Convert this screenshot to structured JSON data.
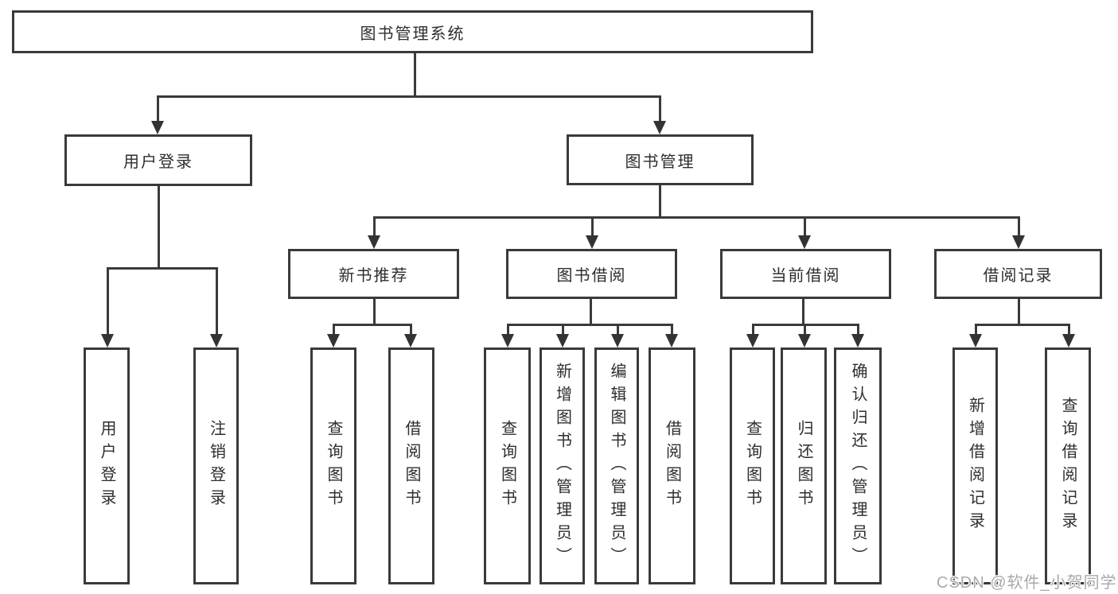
{
  "diagram": {
    "line_color": "#3a3a3a",
    "box_border_color": "#3a3a3a",
    "text_color": "#2e2e2e",
    "root": {
      "label": "图书管理系统"
    },
    "branches": [
      {
        "label": "用户登录",
        "children": [
          {
            "label": "用户登录"
          },
          {
            "label": "注销登录"
          }
        ]
      },
      {
        "label": "图书管理",
        "children": [
          {
            "label": "新书推荐",
            "children": [
              {
                "label": "查询图书"
              },
              {
                "label": "借阅图书"
              }
            ]
          },
          {
            "label": "图书借阅",
            "children": [
              {
                "label": "查询图书"
              },
              {
                "label": "新增图书（管理员）"
              },
              {
                "label": "编辑图书（管理员）"
              },
              {
                "label": "借阅图书"
              }
            ]
          },
          {
            "label": "当前借阅",
            "children": [
              {
                "label": "查询图书"
              },
              {
                "label": "归还图书"
              },
              {
                "label": "确认归还（管理员）"
              }
            ]
          },
          {
            "label": "借阅记录",
            "children": [
              {
                "label": "新增借阅记录"
              },
              {
                "label": "查询借阅记录"
              }
            ]
          }
        ]
      }
    ]
  },
  "watermark": {
    "text": "CSDN @软件_小贺同学",
    "color": "#a9a9a9"
  }
}
